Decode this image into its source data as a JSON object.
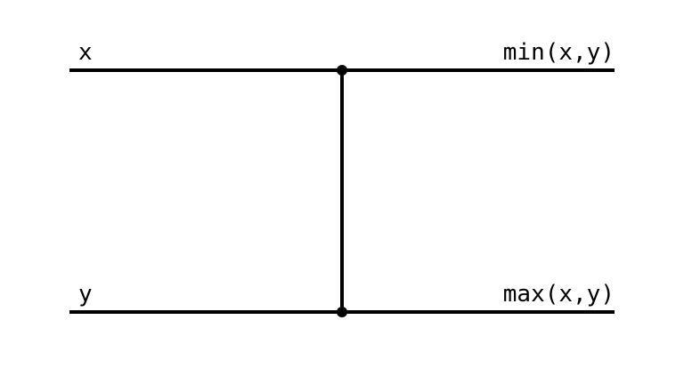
{
  "diagram": {
    "type": "comparator-network",
    "wires": [
      {
        "input_label": "x",
        "output_label": "min(x,y)"
      },
      {
        "input_label": "y",
        "output_label": "max(x,y)"
      }
    ],
    "comparators": [
      {
        "from_wire": 0,
        "to_wire": 1
      }
    ],
    "colors": {
      "line": "#000000",
      "background": "#ffffff"
    }
  }
}
